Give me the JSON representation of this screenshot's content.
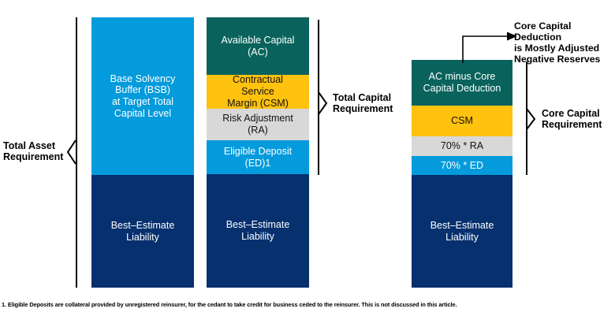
{
  "diagram": {
    "title_hidden": "",
    "colors": {
      "light_blue": "#049BDC",
      "dark_blue": "#06306E",
      "teal": "#09635C",
      "gold": "#FFC20E",
      "grey": "#D8D8D8",
      "black": "#000000",
      "white": "#FFFFFF",
      "background": "#FFFFFF"
    },
    "columns": [
      {
        "name": "total-asset-requirement-column",
        "segments": [
          {
            "key": "bsb",
            "label": "Base Solvency\nBuffer (BSB)\nat Target Total\nCapital Level",
            "color": "#049BDC",
            "text_color": "#FFFFFF"
          },
          {
            "key": "bel",
            "label": "Best–Estimate\nLiability",
            "color": "#06306E",
            "text_color": "#FFFFFF"
          }
        ]
      },
      {
        "name": "total-capital-requirement-column",
        "segments": [
          {
            "key": "ac",
            "label": "Available Capital\n(AC)",
            "color": "#09635C",
            "text_color": "#FFFFFF"
          },
          {
            "key": "csm",
            "label": "Contractual\nService\nMargin (CSM)",
            "color": "#FFC20E",
            "text_color": "#111111"
          },
          {
            "key": "ra",
            "label": "Risk Adjustment\n(RA)",
            "color": "#D8D8D8",
            "text_color": "#111111"
          },
          {
            "key": "ed",
            "label": "Eligible Deposit\n(ED)1",
            "color": "#049BDC",
            "text_color": "#FFFFFF"
          },
          {
            "key": "bel",
            "label": "Best–Estimate\nLiability",
            "color": "#06306E",
            "text_color": "#FFFFFF"
          }
        ]
      },
      {
        "name": "core-capital-requirement-column",
        "segments": [
          {
            "key": "ac_minus_ccd",
            "label": "AC minus Core\nCapital Deduction",
            "color": "#09635C",
            "text_color": "#FFFFFF"
          },
          {
            "key": "csm",
            "label": "CSM",
            "color": "#FFC20E",
            "text_color": "#111111"
          },
          {
            "key": "ra70",
            "label": "70% * RA",
            "color": "#D8D8D8",
            "text_color": "#111111"
          },
          {
            "key": "ed70",
            "label": "70% * ED",
            "color": "#049BDC",
            "text_color": "#FFFFFF"
          },
          {
            "key": "bel",
            "label": "Best–Estimate\nLiability",
            "color": "#06306E",
            "text_color": "#FFFFFF"
          }
        ]
      }
    ],
    "annotations": {
      "total_asset_requirement": "Total Asset\nRequirement",
      "total_capital_requirement": "Total Capital\nRequirement",
      "core_capital_requirement": "Core Capital\nRequirement",
      "core_capital_deduction_note": "Core Capital Deduction\nis Mostly Adjusted\nNegative Reserves"
    },
    "footnote": "1. Eligible Deposits are collateral provided by unregistered reinsurer, for the cedant to take credit for business ceded to the reinsurer. This is not discussed in this article."
  }
}
